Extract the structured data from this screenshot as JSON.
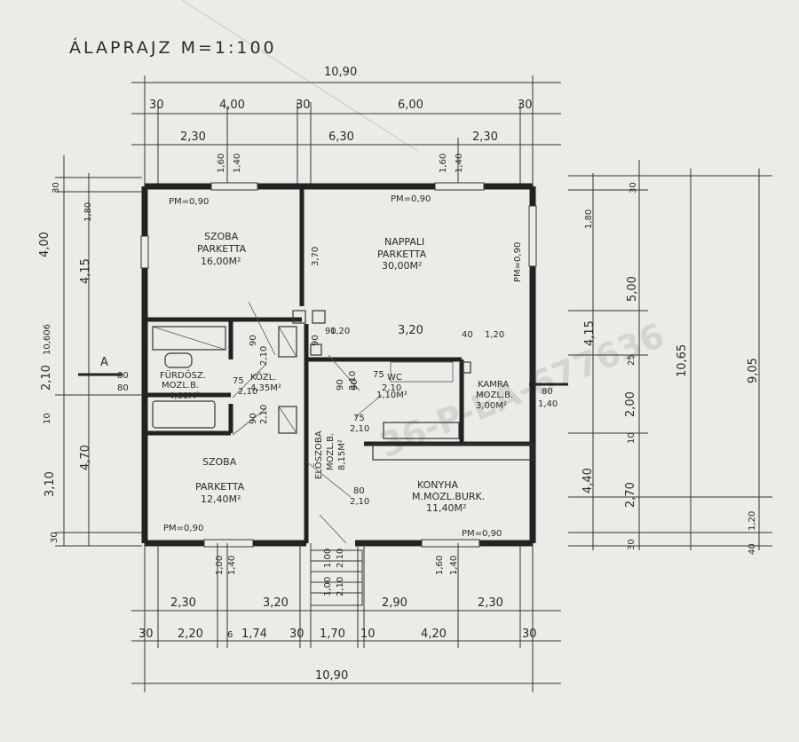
{
  "title": "ÁLAPRAJZ  M=1:100",
  "watermark": "36-P-EA-677636",
  "dims_top": {
    "total": "10,90",
    "row2": [
      "30",
      "4,00",
      "30",
      "6,00",
      "30"
    ],
    "row3": [
      "2,30",
      "6,30",
      "2,30"
    ],
    "window_top": [
      "1,60",
      "1,40",
      "1,60",
      "1,40"
    ]
  },
  "dims_bottom": {
    "window": [
      "1,00",
      "1,40",
      "1,00",
      "2,10",
      "1,60",
      "1,40"
    ],
    "row1": [
      "2,30",
      "3,20",
      "2,90",
      "2,30"
    ],
    "row2": [
      "30",
      "2,20",
      "6",
      "1,74",
      "30",
      "1,70",
      "10",
      "4,20",
      "30"
    ],
    "total": "10,90"
  },
  "dims_left": {
    "outer": [
      "4,00",
      "4,15",
      "10,606",
      "2,10",
      "10",
      "4,70"
    ],
    "inner": [
      "30",
      "1,80",
      "80",
      "80",
      "3,10",
      "30"
    ]
  },
  "dims_right": {
    "inner": [
      "30",
      "1,80",
      "25",
      "2,00",
      "10",
      "2,70",
      "30"
    ],
    "mid": [
      "5,00",
      "4,15",
      "4,40"
    ],
    "outer": [
      "10,65",
      "9,05",
      "1,20",
      "40"
    ],
    "door": [
      "80",
      "1,40"
    ]
  },
  "rooms": [
    {
      "name": "SZOBA",
      "floor": "PARKETTA",
      "area": "16,00M²",
      "window": "PM=0,90"
    },
    {
      "name": "NAPPALI",
      "floor": "PARKETTA",
      "area": "30,00M²",
      "window": "PM=0,90",
      "window2": "PM=0,90"
    },
    {
      "name": "FÜRDŐSZ.",
      "floor": "MOZL.B.",
      "area": "4,60M²"
    },
    {
      "name": "KÖZL.",
      "floor": "",
      "area": "4,35M²"
    },
    {
      "name": "WC",
      "floor": "",
      "area": "1,10M²"
    },
    {
      "name": "KAMRA",
      "floor": "MOZL.B.",
      "area": "3,00M²"
    },
    {
      "name": "SZOBA",
      "floor": "PARKETTA",
      "area": "12,40M²",
      "window": "PM=0,90"
    },
    {
      "name": "ELŐSZOBA",
      "floor": "MOZL.B.",
      "area": "8,15M²"
    },
    {
      "name": "KONYHA",
      "floor": "M.MOZL.BURK.",
      "area": "11,40M²",
      "window": "PM=0,90"
    }
  ],
  "inner_dims": [
    "3,70",
    "90",
    "2,10",
    "90",
    "90",
    "1,20",
    "3,20",
    "40",
    "1,20",
    "75",
    "2,10",
    "90",
    "2,10",
    "90",
    "2,10",
    "75",
    "2,10",
    "80",
    "2,10",
    "1,00",
    "2,10",
    "75",
    "2,10",
    "90"
  ],
  "marker": "A"
}
